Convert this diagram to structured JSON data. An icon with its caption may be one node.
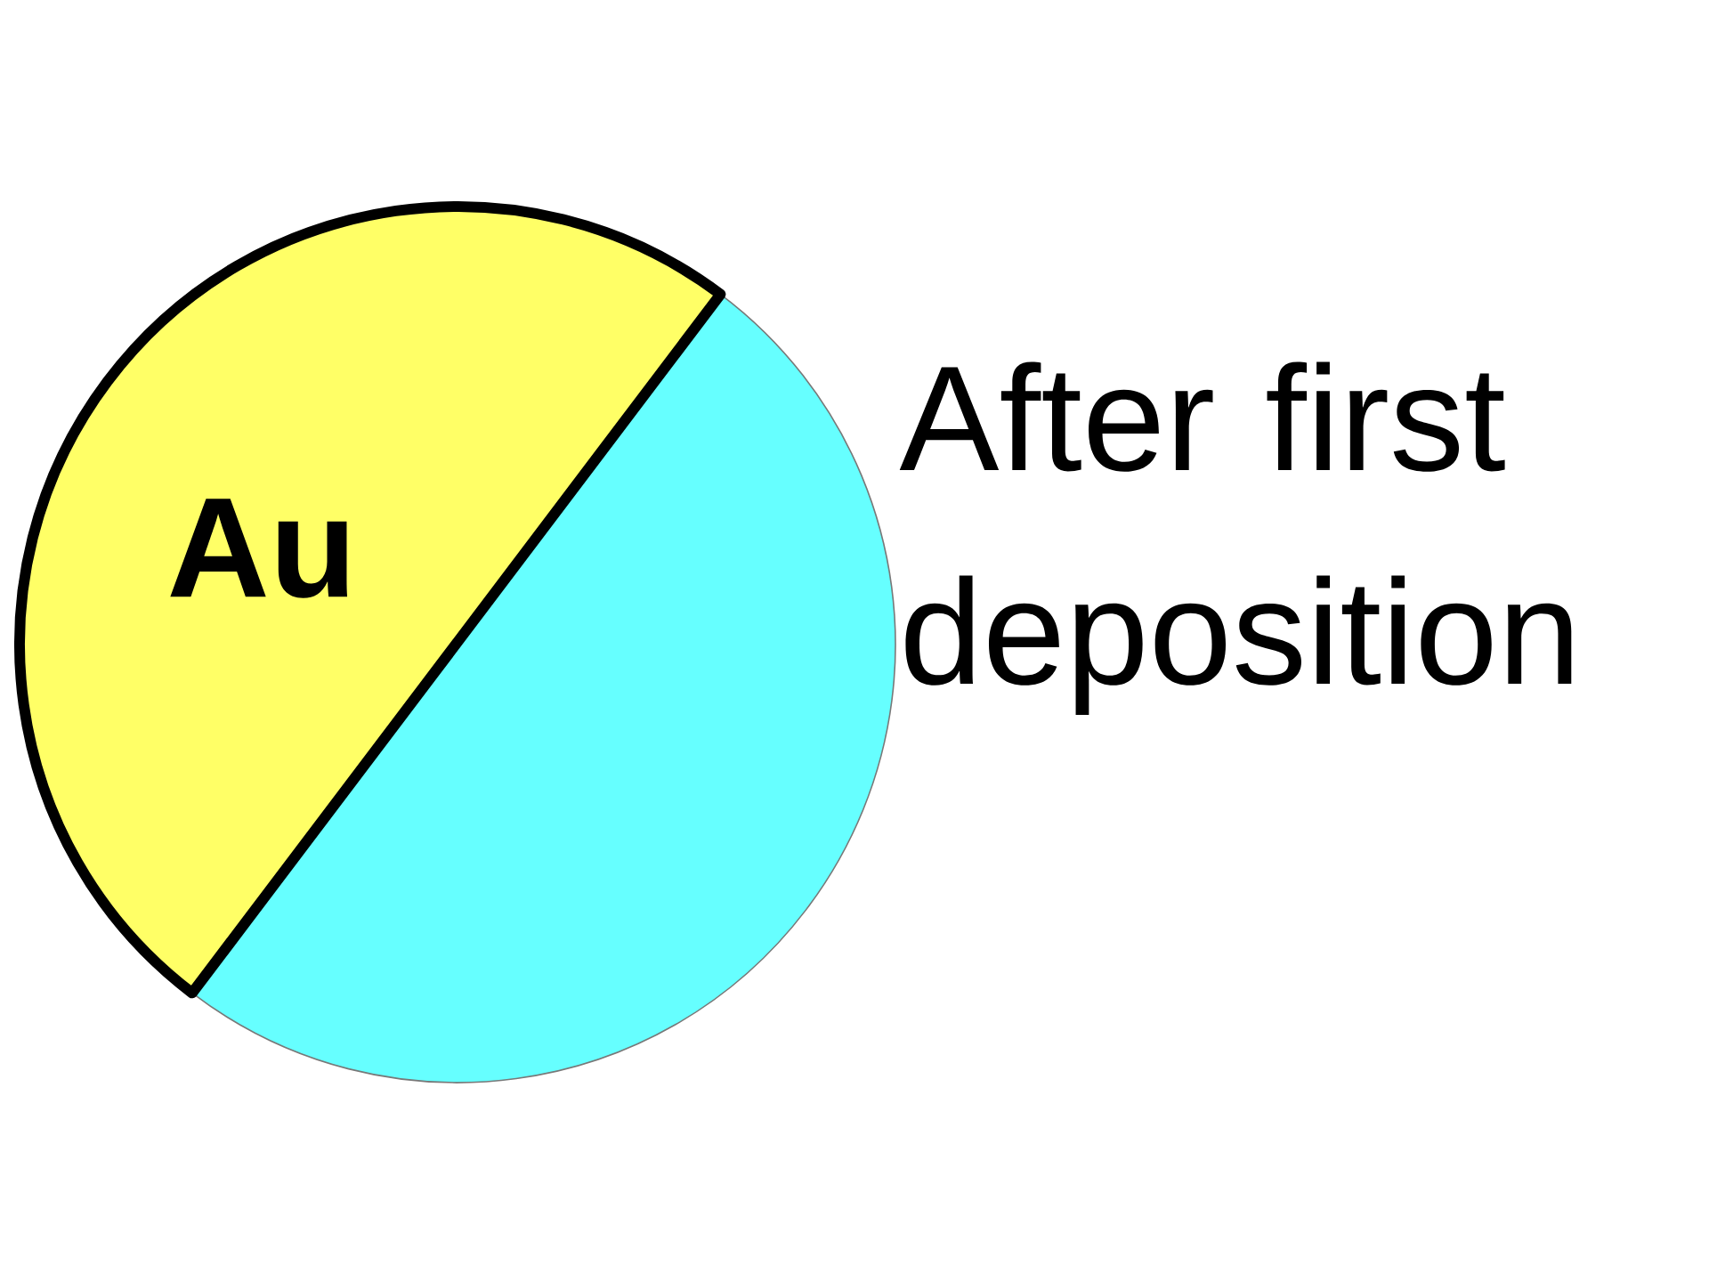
{
  "diagram": {
    "nodes": [
      {
        "text": [
          "Au"
        ]
      },
      {
        "text": [],
        "shape": "semicircle"
      }
    ],
    "labels": [
      "After first deposition"
    ]
  }
}
